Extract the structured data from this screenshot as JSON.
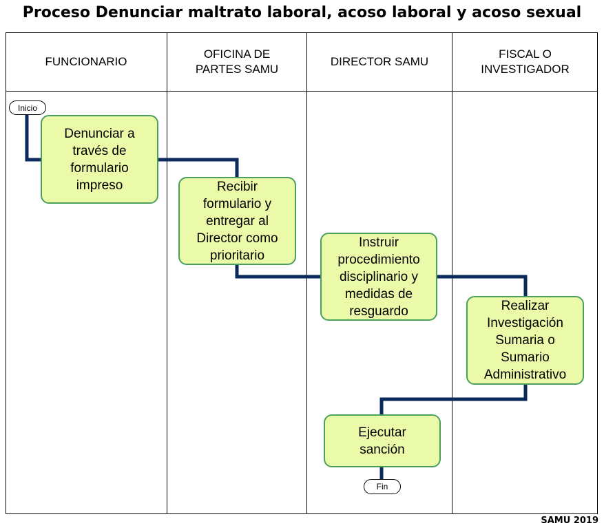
{
  "title": "Proceso Denunciar maltrato laboral, acoso laboral y acoso sexual",
  "lanes": [
    {
      "label": "FUNCIONARIO"
    },
    {
      "label": "OFICINA DE\nPARTES SAMU"
    },
    {
      "label": "DIRECTOR SAMU"
    },
    {
      "label": "FISCAL O\nINVESTIGADOR"
    }
  ],
  "start": {
    "label": "Inicio"
  },
  "end": {
    "label": "Fin"
  },
  "steps": [
    {
      "label": "Denunciar a\ntravés de\nformulario\nimpreso"
    },
    {
      "label": "Recibir\nformulario y\nentregar al\nDirector como\nprioritario"
    },
    {
      "label": "Instruir\nprocedimiento\ndisciplinario y\nmedidas de\nresguardo"
    },
    {
      "label": "Realizar\nInvestigación\nSumaria o\nSumario\nAdministrativo"
    },
    {
      "label": "Ejecutar\nsanción"
    }
  ],
  "footer": "SAMU 2019",
  "colors": {
    "step_fill": "#ebfaa9",
    "step_border": "#4aa05a",
    "connector": "#0b2a5c"
  }
}
